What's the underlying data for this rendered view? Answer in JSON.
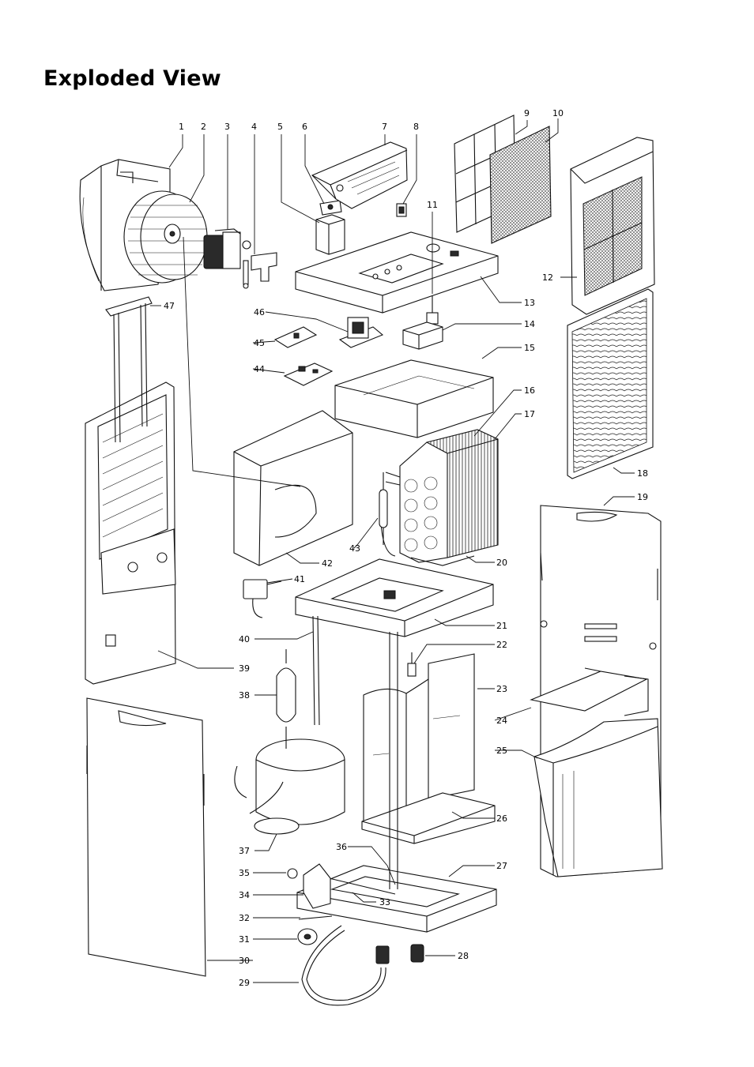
{
  "title": "Exploded View",
  "callouts": [
    "1",
    "2",
    "3",
    "4",
    "5",
    "6",
    "7",
    "8",
    "9",
    "10",
    "11",
    "12",
    "13",
    "14",
    "15",
    "16",
    "17",
    "18",
    "19",
    "20",
    "21",
    "22",
    "23",
    "24",
    "25",
    "26",
    "27",
    "28",
    "29",
    "30",
    "31",
    "32",
    "33",
    "34",
    "35",
    "36",
    "37",
    "38",
    "39",
    "40",
    "41",
    "42",
    "43",
    "44",
    "45",
    "46",
    "47"
  ]
}
